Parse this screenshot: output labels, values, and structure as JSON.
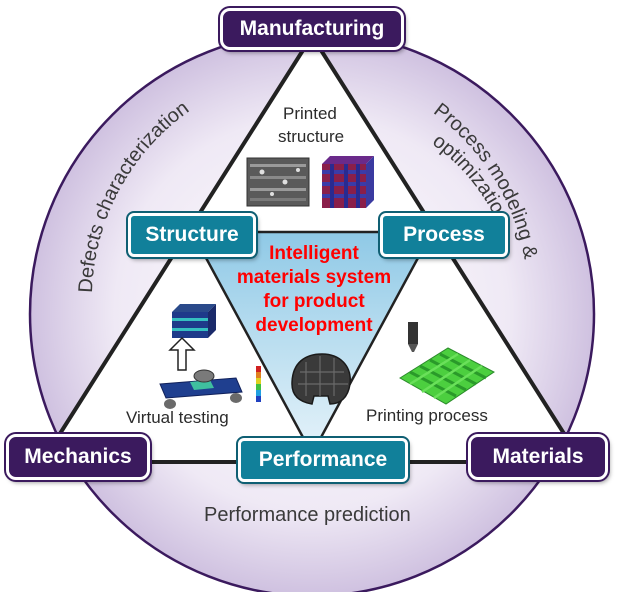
{
  "nodes": {
    "manufacturing": "Manufacturing",
    "mechanics": "Mechanics",
    "materials": "Materials",
    "structure": "Structure",
    "process": "Process",
    "performance": "Performance"
  },
  "center": {
    "line1": "Intelligent",
    "line2": "materials system",
    "line3": "for product",
    "line4": "development"
  },
  "inner_labels": {
    "printed_structure_1": "Printed",
    "printed_structure_2": "structure",
    "virtual_testing": "Virtual testing",
    "printing_process": "Printing process"
  },
  "ring_labels": {
    "defects": "Defects characterization",
    "process_modeling_1": "Process modeling &",
    "process_modeling_2": "optimization",
    "performance_prediction": "Performance prediction"
  },
  "colors": {
    "ring_fill": "#d9cfe6",
    "ring_stroke": "#3b1a5e",
    "purple_box": "#3b1a5e",
    "teal_box": "#11809a",
    "center_text": "#ff0000",
    "inner_triangle": "#c9e4f2"
  }
}
